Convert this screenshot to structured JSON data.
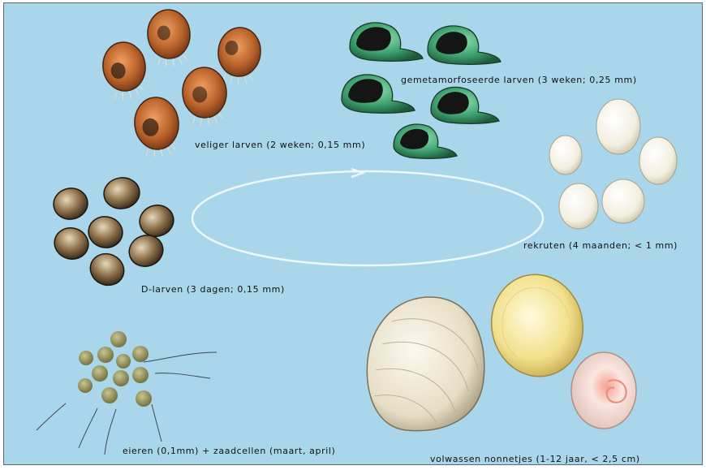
{
  "background_color": "#a9d6ea",
  "stages": {
    "veliger": {
      "label": "veliger larven (2 weken; 0,15 mm)",
      "color": "#9a4f22"
    },
    "metamorphosed": {
      "label": "gemetamorfoseerde larven (3 weken; 0,25 mm)",
      "color": "#3da06e"
    },
    "recruits": {
      "label": "rekruten (4 maanden; < 1 mm)",
      "color": "#f4f2e6"
    },
    "d_larvae": {
      "label": "D-larven (3 dagen; 0,15 mm)",
      "color": "#6e5636"
    },
    "eggs": {
      "label": "eieren (0,1mm) + zaadcellen (maart, april)",
      "color": "#8e8c55"
    },
    "adults": {
      "label": "volwassen nonnetjes (1-12 jaar, < 2,5 cm)",
      "colors": [
        "#ece6d2",
        "#f0de86",
        "#f0c8c0"
      ]
    }
  },
  "cycle_icon": "cycle-arrow-icon"
}
